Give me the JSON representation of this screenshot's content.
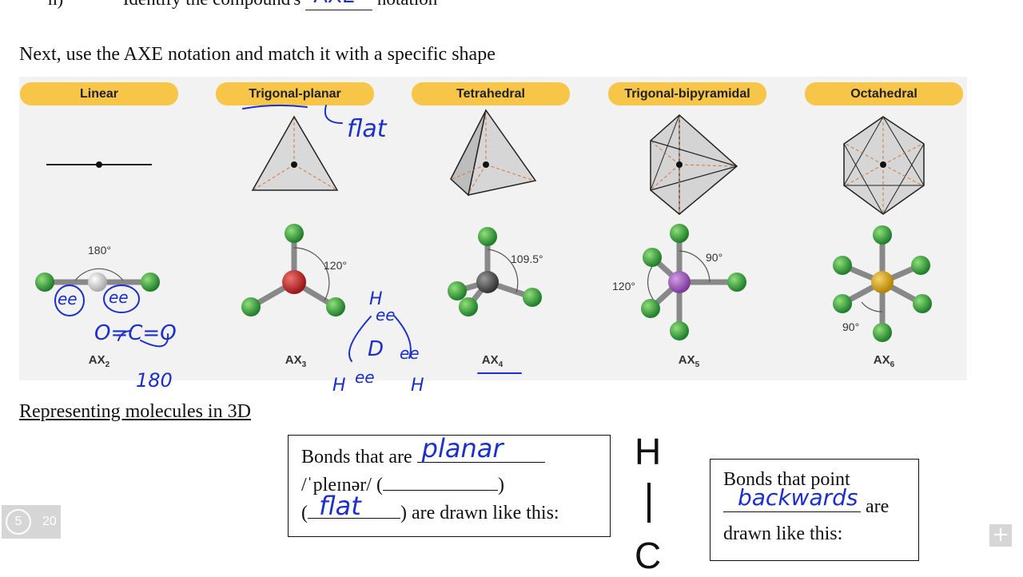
{
  "header": {
    "item_number": "h)",
    "text_before": "Identify the compound's",
    "blank_answer": "AXE",
    "text_after": "notation"
  },
  "intro": "Next, use the AXE notation and match it with a specific shape",
  "shapes": [
    {
      "label": "Linear",
      "axe": "AX",
      "sub": "2"
    },
    {
      "label": "Trigonal-planar",
      "axe": "AX",
      "sub": "3"
    },
    {
      "label": "Tetrahedral",
      "axe": "AX",
      "sub": "4"
    },
    {
      "label": "Trigonal-bipyramidal",
      "axe": "AX",
      "sub": "5"
    },
    {
      "label": "Octahedral",
      "axe": "AX",
      "sub": "6"
    }
  ],
  "angles": {
    "linear": "180°",
    "trigonal": "120°",
    "tetrahedral": "109.5°",
    "tbp_axial": "90°",
    "tbp_equatorial": "120°",
    "octahedral": "90°"
  },
  "annotations": {
    "flat": "flat",
    "ee": "ee",
    "co2": "O=C=O",
    "angle180": "180",
    "h": "H",
    "d": "D"
  },
  "section_title": "Representing molecules in 3D",
  "box1": {
    "line1": "Bonds that are",
    "answer1": "planar",
    "line2": "/ˈpleɪnər/ (",
    "line2_end": ")",
    "open": "(",
    "answer2": "flat",
    "line3": ") are drawn like this:"
  },
  "box2": {
    "line1": "Bonds that point",
    "answer": "backwards",
    "are": "are",
    "line3": "drawn like this:"
  },
  "structure": {
    "top": "H",
    "bottom": "C"
  },
  "slide": {
    "current": "5",
    "total": "20"
  },
  "colors": {
    "label_bg": "#f7c548",
    "ink": "#1a2fd0",
    "atom_green": "#2e9e3a",
    "atom_red": "#c62828"
  }
}
